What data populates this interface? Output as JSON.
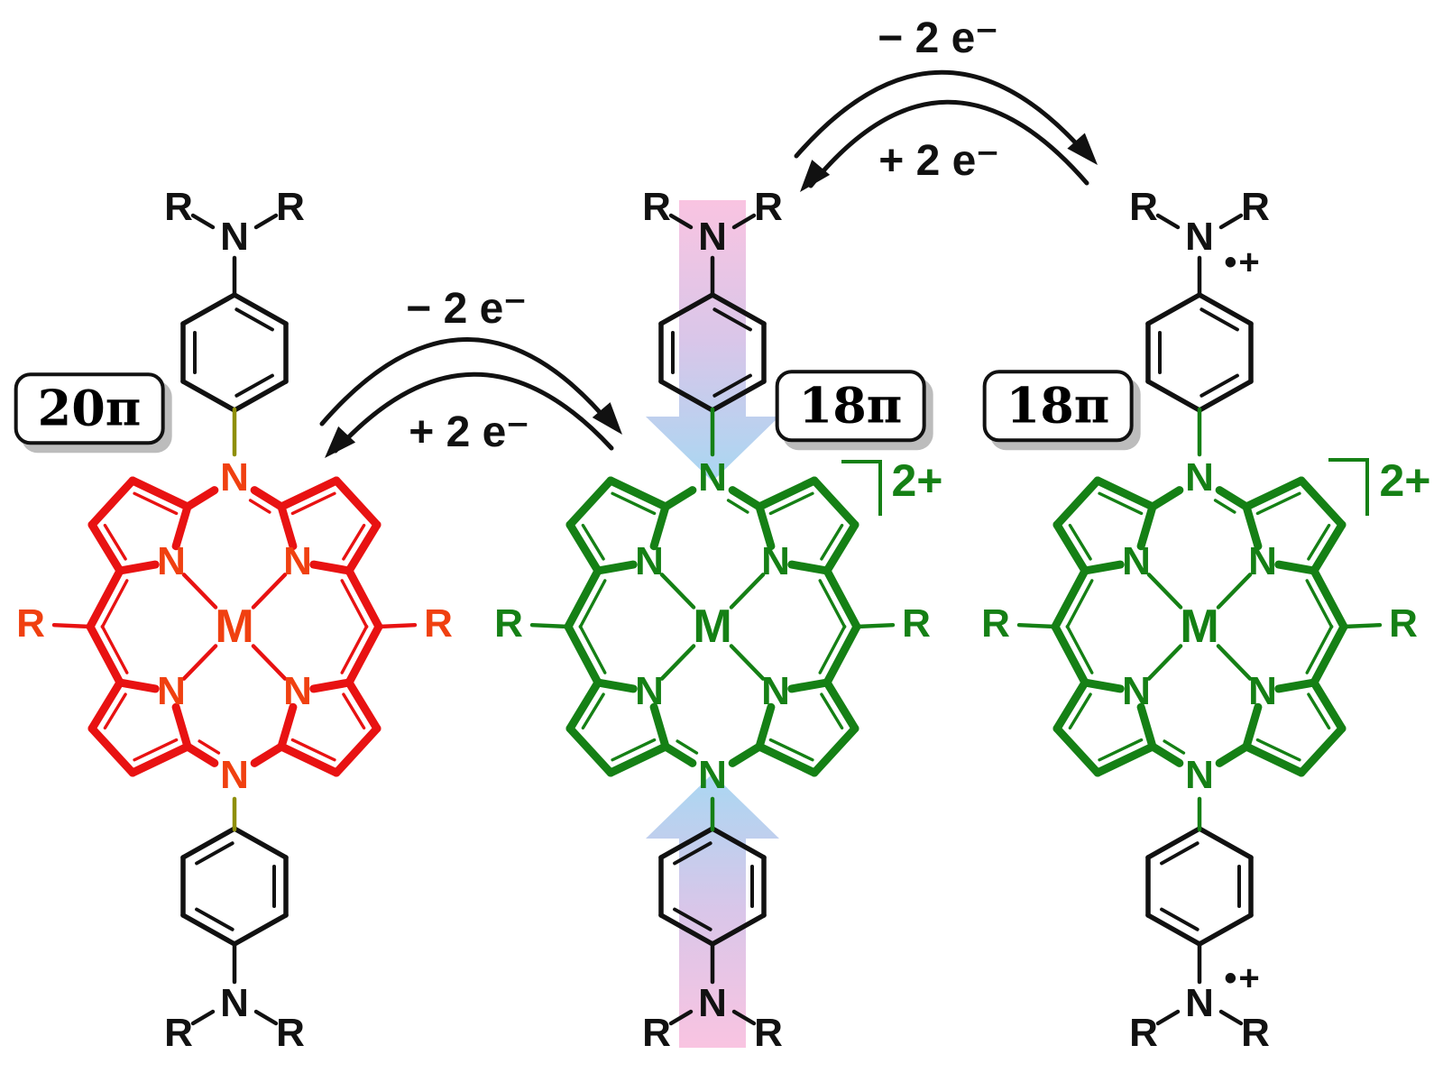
{
  "background": "#ffffff",
  "symbols": {
    "R": "R",
    "N": "N",
    "M": "M",
    "radical_plus": "•+"
  },
  "pi_labels": {
    "left": "20π",
    "middle": "18π",
    "right": "18π"
  },
  "charges": {
    "middle": "2+",
    "right": "2+"
  },
  "reactions": {
    "oxidation": "− 2 e⁻",
    "reduction": "+ 2 e⁻"
  },
  "structures": [
    {
      "position": "left",
      "pi_label": "20π",
      "skeleton_color": "red",
      "charge_label": "",
      "aminium_radical": false
    },
    {
      "position": "middle",
      "pi_label": "18π",
      "skeleton_color": "green",
      "charge_label": "2+",
      "aminium_radical": false,
      "highlight": "pink-to-blue arrows through both aryl amines"
    },
    {
      "position": "right",
      "pi_label": "18π",
      "skeleton_color": "green",
      "charge_label": "2+",
      "aminium_radical": true
    }
  ],
  "colors": {
    "red_skeleton": "#e81212",
    "red_atom": "#f04010",
    "green": "#158015",
    "black": "#111111",
    "olive_bond": "#8f8f08",
    "arrow_pink": "#f9c4e1",
    "arrow_blue": "#a9d7f2",
    "box_shadow": "#bcbcbc"
  }
}
